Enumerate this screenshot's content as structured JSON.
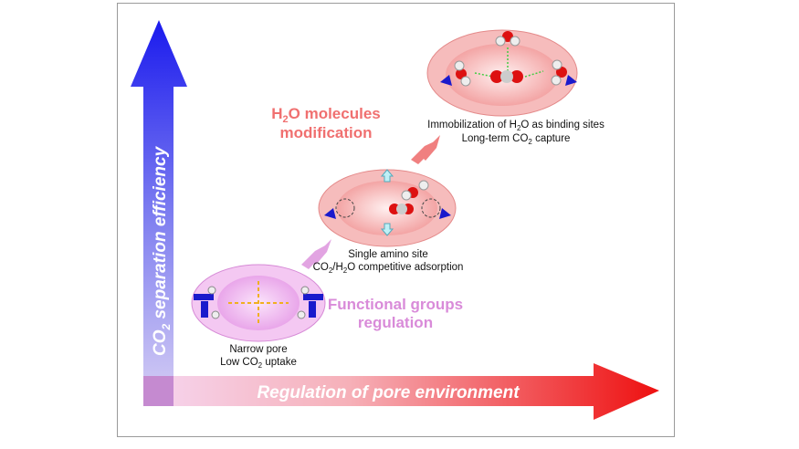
{
  "y_axis": {
    "parts": [
      "CO",
      "2",
      " separation efficiency"
    ],
    "color": "#2222ee"
  },
  "x_axis": {
    "label": "Regulation of pore environment",
    "color": "#ee1111"
  },
  "stage1": {
    "line1": "Narrow pore",
    "line2_parts": [
      "Low CO",
      "2",
      " uptake"
    ]
  },
  "stage2": {
    "line1": "Single amino site",
    "line2_parts": [
      "CO",
      "2",
      "/H",
      "2",
      "O competitive adsorption"
    ]
  },
  "stage3": {
    "line1_parts": [
      "Immobilization of H",
      "2",
      "O as binding sites"
    ],
    "line2_parts": [
      "Long-term CO",
      "2",
      " capture"
    ]
  },
  "step1": {
    "line1": "Functional groups",
    "line2": "regulation",
    "color": "#d98bd9"
  },
  "step2": {
    "line1_parts": [
      "H",
      "2",
      "O molecules"
    ],
    "line2": "modification",
    "color": "#f07070"
  }
}
